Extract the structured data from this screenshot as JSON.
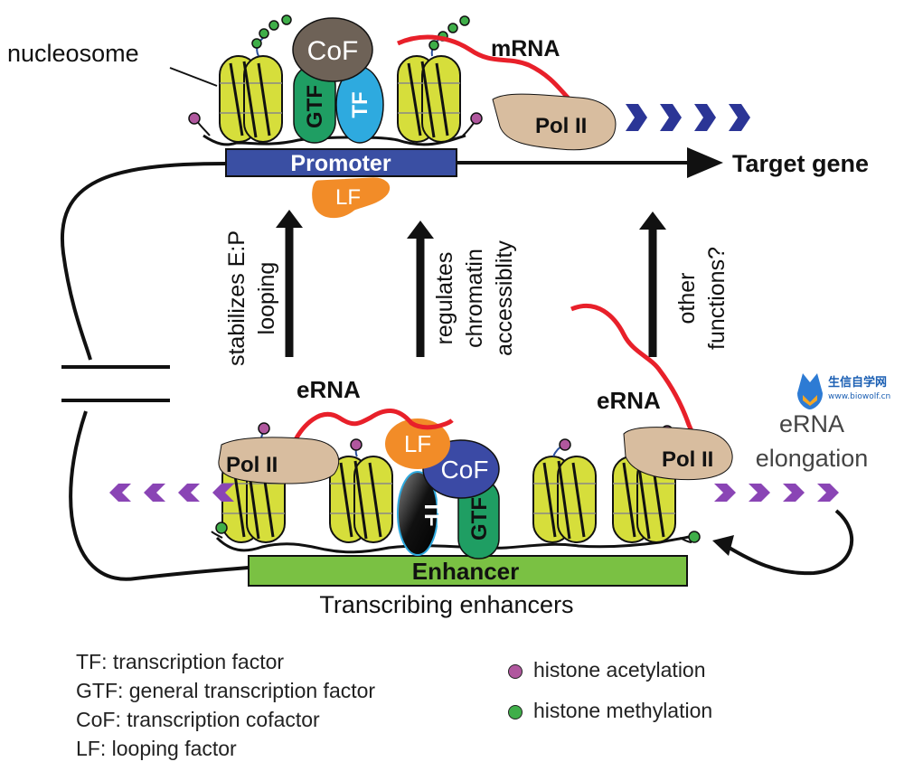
{
  "labels": {
    "nucleosome": "nucleosome",
    "cof": "CoF",
    "gtf": "GTF",
    "tf": "TF",
    "mrna": "mRNA",
    "pol2": "Pol II",
    "promoter": "Promoter",
    "target_gene": "Target gene",
    "lf": "LF",
    "arrow1_line1": "stabilizes E:P",
    "arrow1_line2": "looping",
    "arrow2_line1": "regulates",
    "arrow2_line2": "chromatin",
    "arrow2_line3": "accessiblity",
    "arrow3_line1": "other",
    "arrow3_line2": "functions?",
    "erna": "eRNA",
    "erna_elongation_line1": "eRNA",
    "erna_elongation_line2": "elongation",
    "enhancer": "Enhancer",
    "transcribing_enhancers": "Transcribing enhancers"
  },
  "legend": {
    "abbreviations": [
      "TF: transcription factor",
      "GTF: general transcription factor",
      "CoF: transcription cofactor",
      "LF: looping factor"
    ],
    "marks": [
      {
        "label": "histone acetylation",
        "color": "#b0579e"
      },
      {
        "label": "histone methylation",
        "color": "#3fae49"
      }
    ]
  },
  "watermark": {
    "text_cn": "生信自学网",
    "url": "www.biowolf.cn"
  },
  "colors": {
    "promoter": "#3a4fa3",
    "enhancer": "#7ac143",
    "nucleosome": "#d6de3b",
    "gtf": "#1f9e63",
    "tf": "#2eaadf",
    "cof": "#6e6257",
    "lf": "#f28c28",
    "cof_enhancer": "#3b4aa5",
    "pol2": "#d8bd9f",
    "rna": "#e8202a",
    "direction_arrow_top": "#2b3596",
    "direction_arrow_bottom": "#8a45b5"
  }
}
